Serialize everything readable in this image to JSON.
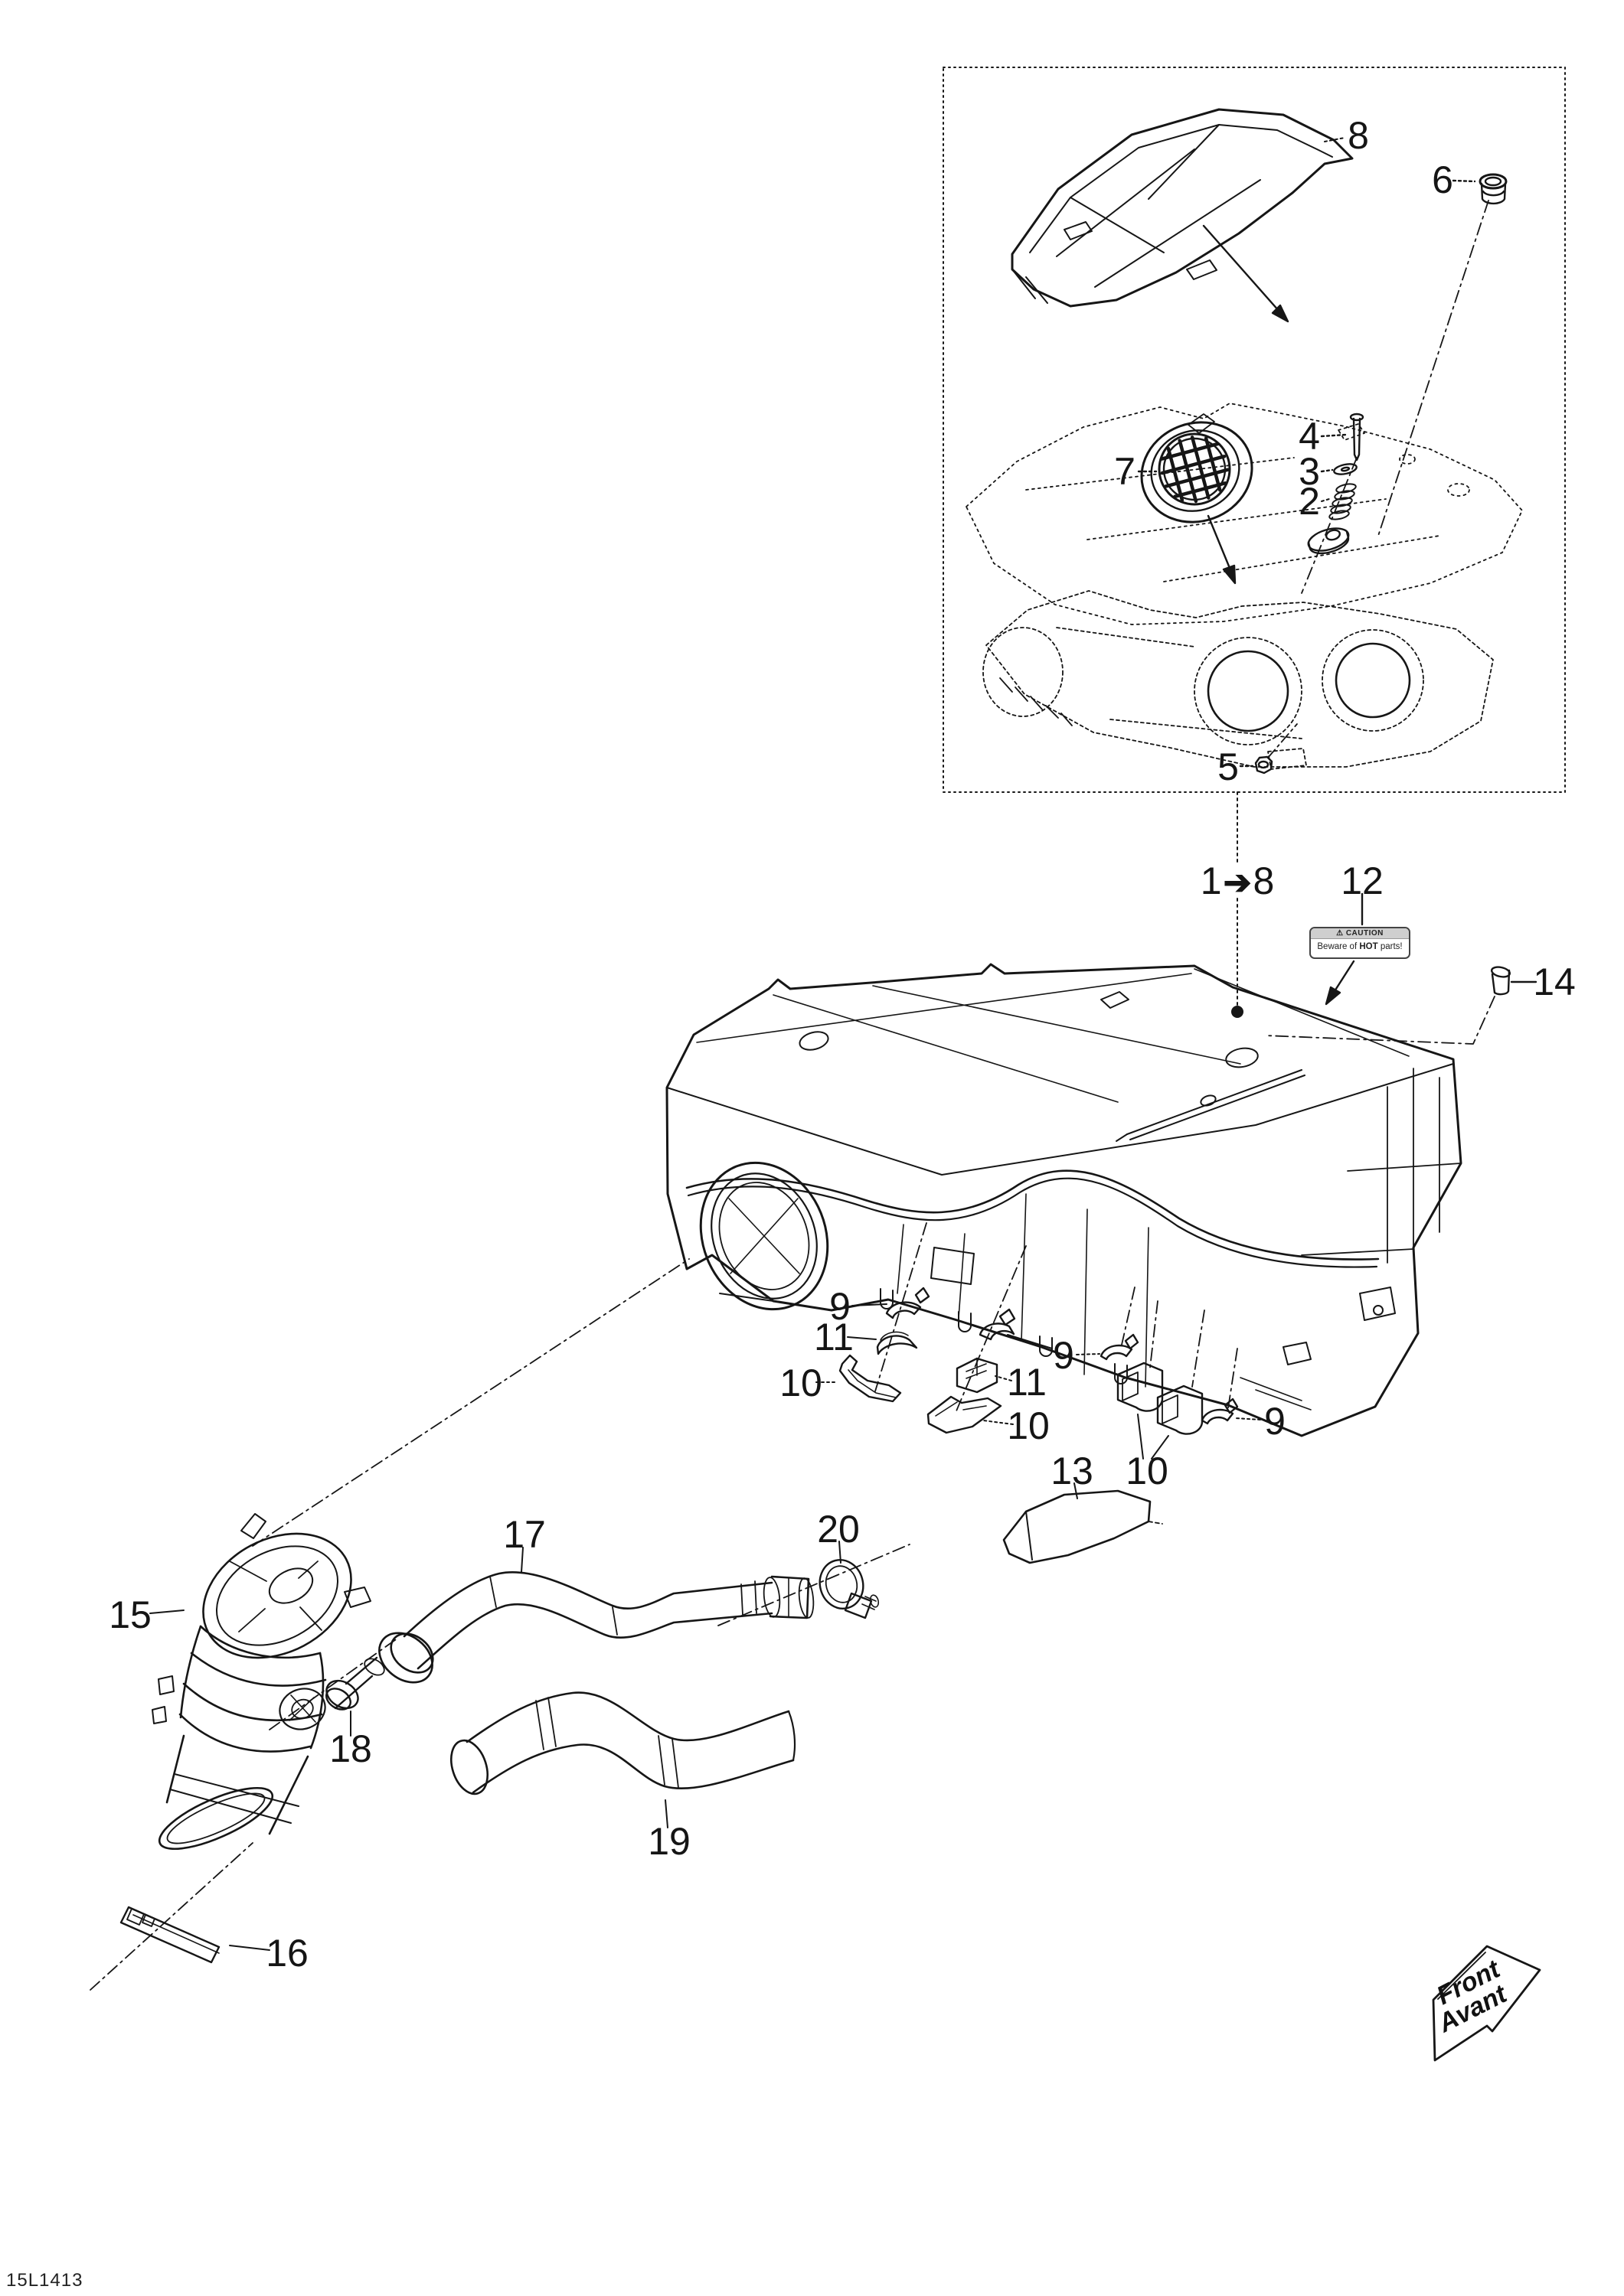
{
  "doc": {
    "code": "15L1413"
  },
  "front_arrow": {
    "line1": "Front",
    "line2": "Avant"
  },
  "caution_sticker": {
    "header": "⚠ CAUTION",
    "body_pre": "Beware of ",
    "body_hot": "HOT",
    "body_post": " parts!"
  },
  "combined_callout": {
    "prefix": "1",
    "arrow": "➔",
    "target": "8"
  },
  "callouts": [
    {
      "id": "8"
    },
    {
      "id": "6"
    },
    {
      "id": "4"
    },
    {
      "id": "3"
    },
    {
      "id": "2"
    },
    {
      "id": "7"
    },
    {
      "id": "5"
    },
    {
      "id": "12"
    },
    {
      "id": "14"
    },
    {
      "id": "9"
    },
    {
      "id": "11"
    },
    {
      "id": "10"
    },
    {
      "id": "9"
    },
    {
      "id": "11"
    },
    {
      "id": "10"
    },
    {
      "id": "9"
    },
    {
      "id": "10"
    },
    {
      "id": "13"
    },
    {
      "id": "15"
    },
    {
      "id": "16"
    },
    {
      "id": "17"
    },
    {
      "id": "18"
    },
    {
      "id": "19"
    },
    {
      "id": "20"
    }
  ]
}
